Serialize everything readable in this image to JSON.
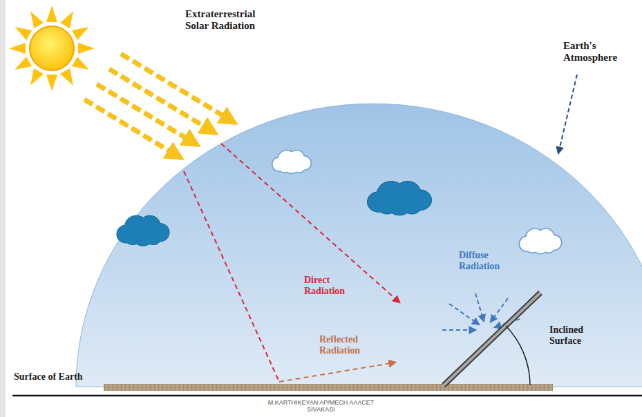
{
  "diagram": {
    "labels": [
      "Extraterrestrial Solar Radiation",
      "Earth's Atmosphere",
      "Direct Radiation",
      "Diffuse Radiation",
      "Reflected Radiation",
      "Inclined Surface",
      "Surface of Earth",
      "M.KARTHIKEYAN AP/MECH AAACET SIVAKASI"
    ]
  }
}
